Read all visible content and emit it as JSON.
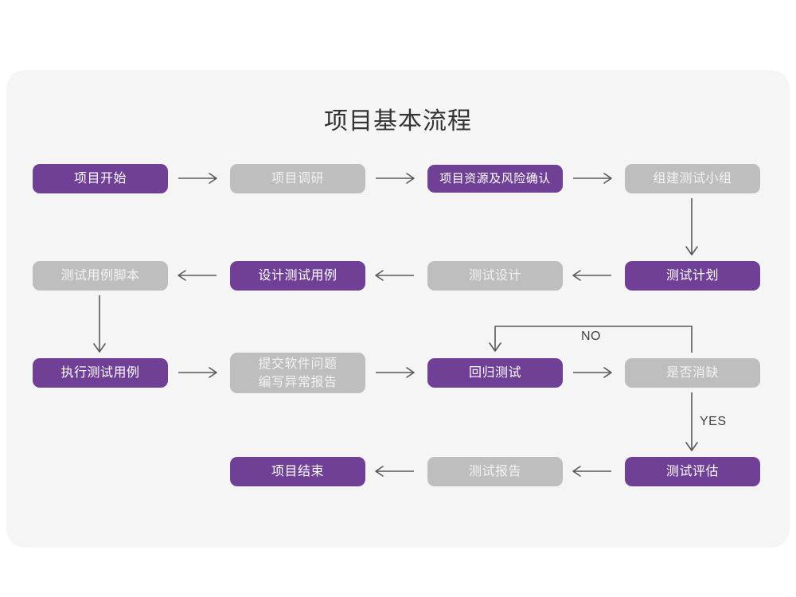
{
  "page": {
    "title": "项目基本流程",
    "panel_background": "#f5f5f5",
    "canvas_background": "#ffffff"
  },
  "colors": {
    "accent_purple": "#6f4096",
    "muted_gray": "#bebebe",
    "node_text_light": "#ffffff",
    "connector": "#595959",
    "title_text": "#333333"
  },
  "chart_data": {
    "type": "flowchart",
    "title": "项目基本流程",
    "nodes": [
      {
        "id": "n1",
        "label": "项目开始",
        "style": "purple",
        "row": 1,
        "col": 1
      },
      {
        "id": "n2",
        "label": "项目调研",
        "style": "gray",
        "row": 1,
        "col": 2
      },
      {
        "id": "n3",
        "label": "项目资源及风险确认",
        "style": "purple",
        "row": 1,
        "col": 3
      },
      {
        "id": "n4",
        "label": "组建测试小组",
        "style": "gray",
        "row": 1,
        "col": 4
      },
      {
        "id": "n5",
        "label": "测试计划",
        "style": "purple",
        "row": 2,
        "col": 4
      },
      {
        "id": "n6",
        "label": "测试设计",
        "style": "gray",
        "row": 2,
        "col": 3
      },
      {
        "id": "n7",
        "label": "设计测试用例",
        "style": "purple",
        "row": 2,
        "col": 2
      },
      {
        "id": "n8",
        "label": "测试用例脚本",
        "style": "gray",
        "row": 2,
        "col": 1
      },
      {
        "id": "n9",
        "label": "执行测试用例",
        "style": "purple",
        "row": 3,
        "col": 1
      },
      {
        "id": "n10",
        "label": "提交软件问题\n编写异常报告",
        "style": "gray",
        "row": 3,
        "col": 2
      },
      {
        "id": "n11",
        "label": "回归测试",
        "style": "purple",
        "row": 3,
        "col": 3
      },
      {
        "id": "n12",
        "label": "是否消缺",
        "style": "gray",
        "row": 3,
        "col": 4
      },
      {
        "id": "n13",
        "label": "测试评估",
        "style": "purple",
        "row": 4,
        "col": 4
      },
      {
        "id": "n14",
        "label": "测试报告",
        "style": "gray",
        "row": 4,
        "col": 3
      },
      {
        "id": "n15",
        "label": "项目结束",
        "style": "purple",
        "row": 4,
        "col": 2
      }
    ],
    "edges": [
      {
        "from": "n1",
        "to": "n2",
        "label": "",
        "direction": "right"
      },
      {
        "from": "n2",
        "to": "n3",
        "label": "",
        "direction": "right"
      },
      {
        "from": "n3",
        "to": "n4",
        "label": "",
        "direction": "right"
      },
      {
        "from": "n4",
        "to": "n5",
        "label": "",
        "direction": "down"
      },
      {
        "from": "n5",
        "to": "n6",
        "label": "",
        "direction": "left"
      },
      {
        "from": "n6",
        "to": "n7",
        "label": "",
        "direction": "left"
      },
      {
        "from": "n7",
        "to": "n8",
        "label": "",
        "direction": "left"
      },
      {
        "from": "n8",
        "to": "n9",
        "label": "",
        "direction": "down"
      },
      {
        "from": "n9",
        "to": "n10",
        "label": "",
        "direction": "right"
      },
      {
        "from": "n10",
        "to": "n11",
        "label": "",
        "direction": "right"
      },
      {
        "from": "n11",
        "to": "n12",
        "label": "",
        "direction": "right"
      },
      {
        "from": "n12",
        "to": "n11",
        "label": "NO",
        "direction": "up-back"
      },
      {
        "from": "n12",
        "to": "n13",
        "label": "YES",
        "direction": "down"
      },
      {
        "from": "n13",
        "to": "n14",
        "label": "",
        "direction": "left"
      },
      {
        "from": "n14",
        "to": "n15",
        "label": "",
        "direction": "left"
      }
    ],
    "edge_labels": [
      {
        "id": "no-label",
        "text": "NO"
      },
      {
        "id": "yes-label",
        "text": "YES"
      }
    ]
  }
}
